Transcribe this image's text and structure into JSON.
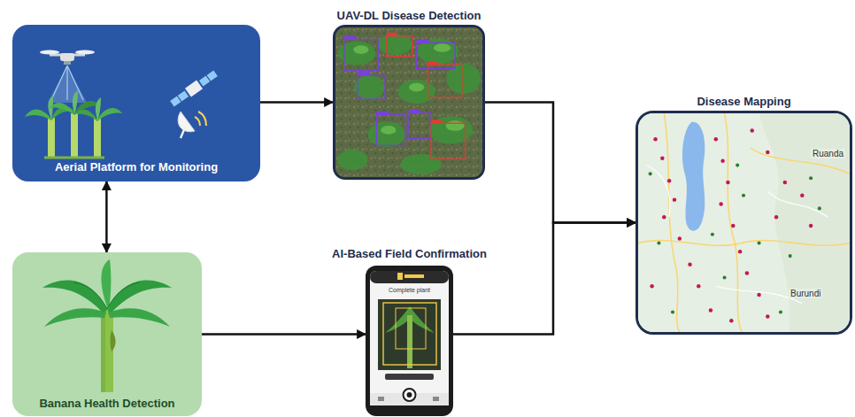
{
  "diagram": {
    "nodes": [
      {
        "text": [
          "Aerial Platform for Monitoring"
        ]
      },
      {
        "text": [
          "UAV-DL Disease Detection"
        ]
      },
      {
        "text": [
          "Disease Mapping"
        ]
      },
      {
        "text": [
          "Banana Health Detection"
        ]
      },
      {
        "text": [
          "AI-Based Field Confirmation"
        ]
      }
    ],
    "edges": [
      {
        "from": 0,
        "to": 3,
        "arrow": "both"
      },
      {
        "from": 0,
        "to": 1,
        "arrow": "to"
      },
      {
        "from": 3,
        "to": 4,
        "arrow": "to"
      },
      {
        "from": 1,
        "to": 2,
        "arrow": "to"
      },
      {
        "from": 4,
        "to": 2,
        "arrow": "to"
      }
    ],
    "labels": [
      "Ruanda",
      "Burundi",
      "Complete plant"
    ]
  }
}
